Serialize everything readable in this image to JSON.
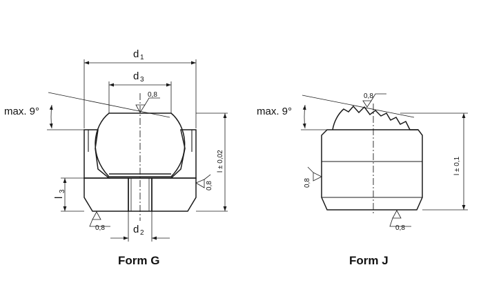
{
  "form_g": {
    "title": "Form G",
    "d1_label": "d",
    "d1_sub": "1",
    "d3_label": "d",
    "d3_sub": "3",
    "d2_label": "d",
    "d2_sub": "2",
    "l3_label": "l",
    "l3_sub": "3",
    "angle_label": "max. 9°",
    "length_tol": "l ± 0,02",
    "roughness_top": "0,8",
    "roughness_side": "0,8",
    "roughness_bottom": "0,8"
  },
  "form_j": {
    "title": "Form J",
    "angle_label": "max. 9°",
    "length_tol": "l ± 0,1",
    "roughness_top": "0,8",
    "roughness_side": "0,8",
    "roughness_bottom": "0,8"
  }
}
